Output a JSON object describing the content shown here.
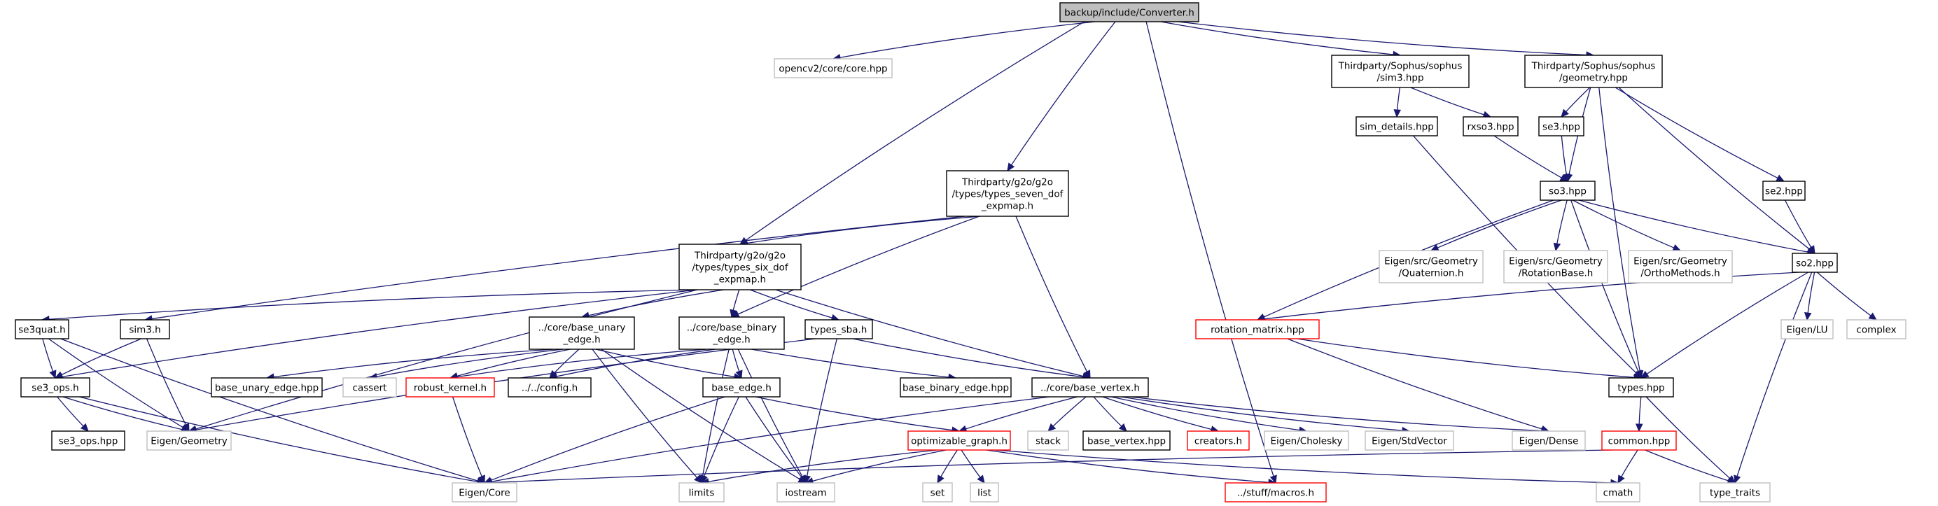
{
  "graph": {
    "colors": {
      "edge": "#191970",
      "root_fill": "#bfbfbf",
      "root_border": "#000000",
      "normal_fill": "#ffffff",
      "normal_border": "#000000",
      "red_border": "#ff0000",
      "gray_border": "#bfbfbf",
      "gray_text": "#000000"
    },
    "nodes": [
      {
        "id": "root",
        "lines": [
          "backup/include/Converter.h"
        ],
        "style": "root"
      },
      {
        "id": "opencv",
        "lines": [
          "opencv2/core/core.hpp"
        ],
        "style": "gray"
      },
      {
        "id": "sim3hpp",
        "lines": [
          "Thirdparty/Sophus/sophus",
          "/sim3.hpp"
        ],
        "style": "normal"
      },
      {
        "id": "geometry",
        "lines": [
          "Thirdparty/Sophus/sophus",
          "/geometry.hpp"
        ],
        "style": "normal"
      },
      {
        "id": "seven",
        "lines": [
          "Thirdparty/g2o/g2o",
          "/types/types_seven_dof",
          "_expmap.h"
        ],
        "style": "normal"
      },
      {
        "id": "sim_details",
        "lines": [
          "sim_details.hpp"
        ],
        "style": "normal"
      },
      {
        "id": "rxso3",
        "lines": [
          "rxso3.hpp"
        ],
        "style": "normal"
      },
      {
        "id": "se3hpp",
        "lines": [
          "se3.hpp"
        ],
        "style": "normal"
      },
      {
        "id": "se2hpp",
        "lines": [
          "se2.hpp"
        ],
        "style": "normal"
      },
      {
        "id": "so3",
        "lines": [
          "so3.hpp"
        ],
        "style": "normal"
      },
      {
        "id": "six",
        "lines": [
          "Thirdparty/g2o/g2o",
          "/types/types_six_dof",
          "_expmap.h"
        ],
        "style": "normal"
      },
      {
        "id": "quat",
        "lines": [
          "Eigen/src/Geometry",
          "/Quaternion.h"
        ],
        "style": "gray"
      },
      {
        "id": "rotbase",
        "lines": [
          "Eigen/src/Geometry",
          "/RotationBase.h"
        ],
        "style": "gray"
      },
      {
        "id": "ortho",
        "lines": [
          "Eigen/src/Geometry",
          "/OrthoMethods.h"
        ],
        "style": "gray"
      },
      {
        "id": "so2",
        "lines": [
          "so2.hpp"
        ],
        "style": "normal"
      },
      {
        "id": "se3quat",
        "lines": [
          "se3quat.h"
        ],
        "style": "normal"
      },
      {
        "id": "sim3h",
        "lines": [
          "sim3.h"
        ],
        "style": "normal"
      },
      {
        "id": "unary",
        "lines": [
          "../core/base_unary",
          "_edge.h"
        ],
        "style": "normal"
      },
      {
        "id": "binary",
        "lines": [
          "../core/base_binary",
          "_edge.h"
        ],
        "style": "normal"
      },
      {
        "id": "sba",
        "lines": [
          "types_sba.h"
        ],
        "style": "normal"
      },
      {
        "id": "rotmat",
        "lines": [
          "rotation_matrix.hpp"
        ],
        "style": "red"
      },
      {
        "id": "eigenlu",
        "lines": [
          "Eigen/LU"
        ],
        "style": "gray"
      },
      {
        "id": "complex",
        "lines": [
          "complex"
        ],
        "style": "gray"
      },
      {
        "id": "se3ops",
        "lines": [
          "se3_ops.h"
        ],
        "style": "normal"
      },
      {
        "id": "buehpp",
        "lines": [
          "base_unary_edge.hpp"
        ],
        "style": "normal"
      },
      {
        "id": "cassert",
        "lines": [
          "cassert"
        ],
        "style": "gray"
      },
      {
        "id": "robust",
        "lines": [
          "robust_kernel.h"
        ],
        "style": "red"
      },
      {
        "id": "config",
        "lines": [
          "../../config.h"
        ],
        "style": "normal"
      },
      {
        "id": "baseedge",
        "lines": [
          "base_edge.h"
        ],
        "style": "normal"
      },
      {
        "id": "bbehpp",
        "lines": [
          "base_binary_edge.hpp"
        ],
        "style": "normal"
      },
      {
        "id": "vertex",
        "lines": [
          "../core/base_vertex.h"
        ],
        "style": "normal"
      },
      {
        "id": "types",
        "lines": [
          "types.hpp"
        ],
        "style": "normal"
      },
      {
        "id": "se3opshpp",
        "lines": [
          "se3_ops.hpp"
        ],
        "style": "normal"
      },
      {
        "id": "eigengeo",
        "lines": [
          "Eigen/Geometry"
        ],
        "style": "gray"
      },
      {
        "id": "optgraph",
        "lines": [
          "optimizable_graph.h"
        ],
        "style": "red"
      },
      {
        "id": "stack",
        "lines": [
          "stack"
        ],
        "style": "gray"
      },
      {
        "id": "bvhpp",
        "lines": [
          "base_vertex.hpp"
        ],
        "style": "normal"
      },
      {
        "id": "creators",
        "lines": [
          "creators.h"
        ],
        "style": "red"
      },
      {
        "id": "cholesky",
        "lines": [
          "Eigen/Cholesky"
        ],
        "style": "gray"
      },
      {
        "id": "stdvec",
        "lines": [
          "Eigen/StdVector"
        ],
        "style": "gray"
      },
      {
        "id": "dense",
        "lines": [
          "Eigen/Dense"
        ],
        "style": "gray"
      },
      {
        "id": "common",
        "lines": [
          "common.hpp"
        ],
        "style": "red"
      },
      {
        "id": "eigencore",
        "lines": [
          "Eigen/Core"
        ],
        "style": "gray"
      },
      {
        "id": "limits",
        "lines": [
          "limits"
        ],
        "style": "gray"
      },
      {
        "id": "iostream",
        "lines": [
          "iostream"
        ],
        "style": "gray"
      },
      {
        "id": "set",
        "lines": [
          "set"
        ],
        "style": "gray"
      },
      {
        "id": "list",
        "lines": [
          "list"
        ],
        "style": "gray"
      },
      {
        "id": "macros",
        "lines": [
          "../stuff/macros.h"
        ],
        "style": "red"
      },
      {
        "id": "cmath",
        "lines": [
          "cmath"
        ],
        "style": "gray"
      },
      {
        "id": "typetraits",
        "lines": [
          "type_traits"
        ],
        "style": "gray"
      }
    ],
    "edges": [
      [
        "root",
        "opencv"
      ],
      [
        "root",
        "sim3hpp"
      ],
      [
        "root",
        "geometry"
      ],
      [
        "root",
        "seven"
      ],
      [
        "root",
        "six"
      ],
      [
        "root",
        "macros"
      ],
      [
        "sim3hpp",
        "sim_details"
      ],
      [
        "sim3hpp",
        "rxso3"
      ],
      [
        "geometry",
        "se3hpp"
      ],
      [
        "geometry",
        "so3"
      ],
      [
        "geometry",
        "se2hpp"
      ],
      [
        "geometry",
        "so2"
      ],
      [
        "geometry",
        "types"
      ],
      [
        "sim_details",
        "types"
      ],
      [
        "rxso3",
        "so3"
      ],
      [
        "se3hpp",
        "so3"
      ],
      [
        "se2hpp",
        "so2"
      ],
      [
        "so3",
        "quat"
      ],
      [
        "so3",
        "rotbase"
      ],
      [
        "so3",
        "ortho"
      ],
      [
        "so3",
        "so2"
      ],
      [
        "so3",
        "rotmat"
      ],
      [
        "so3",
        "types"
      ],
      [
        "so2",
        "eigenlu"
      ],
      [
        "so2",
        "complex"
      ],
      [
        "so2",
        "types"
      ],
      [
        "so2",
        "rotmat"
      ],
      [
        "so2",
        "typetraits"
      ],
      [
        "seven",
        "six"
      ],
      [
        "seven",
        "sim3h"
      ],
      [
        "seven",
        "binary"
      ],
      [
        "seven",
        "vertex"
      ],
      [
        "six",
        "se3quat"
      ],
      [
        "six",
        "se3ops"
      ],
      [
        "six",
        "eigengeo"
      ],
      [
        "six",
        "unary"
      ],
      [
        "six",
        "binary"
      ],
      [
        "six",
        "sba"
      ],
      [
        "six",
        "vertex"
      ],
      [
        "se3quat",
        "se3ops"
      ],
      [
        "se3quat",
        "eigengeo"
      ],
      [
        "se3quat",
        "eigencore"
      ],
      [
        "sim3h",
        "se3ops"
      ],
      [
        "sim3h",
        "eigengeo"
      ],
      [
        "se3ops",
        "se3opshpp"
      ],
      [
        "se3ops",
        "eigencore"
      ],
      [
        "se3ops",
        "eigengeo"
      ],
      [
        "unary",
        "buehpp"
      ],
      [
        "unary",
        "cassert"
      ],
      [
        "unary",
        "robust"
      ],
      [
        "unary",
        "config"
      ],
      [
        "unary",
        "baseedge"
      ],
      [
        "unary",
        "limits"
      ],
      [
        "unary",
        "iostream"
      ],
      [
        "binary",
        "robust"
      ],
      [
        "binary",
        "config"
      ],
      [
        "binary",
        "baseedge"
      ],
      [
        "binary",
        "bbehpp"
      ],
      [
        "binary",
        "limits"
      ],
      [
        "binary",
        "iostream"
      ],
      [
        "sba",
        "vertex"
      ],
      [
        "sba",
        "eigengeo"
      ],
      [
        "sba",
        "iostream"
      ],
      [
        "robust",
        "eigencore"
      ],
      [
        "baseedge",
        "eigencore"
      ],
      [
        "baseedge",
        "optgraph"
      ],
      [
        "baseedge",
        "limits"
      ],
      [
        "baseedge",
        "iostream"
      ],
      [
        "vertex",
        "optgraph"
      ],
      [
        "vertex",
        "stack"
      ],
      [
        "vertex",
        "bvhpp"
      ],
      [
        "vertex",
        "creators"
      ],
      [
        "vertex",
        "cholesky"
      ],
      [
        "vertex",
        "stdvec"
      ],
      [
        "vertex",
        "dense"
      ],
      [
        "vertex",
        "eigencore"
      ],
      [
        "optgraph",
        "limits"
      ],
      [
        "optgraph",
        "iostream"
      ],
      [
        "optgraph",
        "set"
      ],
      [
        "optgraph",
        "list"
      ],
      [
        "optgraph",
        "macros"
      ],
      [
        "optgraph",
        "cmath"
      ],
      [
        "rotmat",
        "types"
      ],
      [
        "rotmat",
        "dense"
      ],
      [
        "types",
        "common"
      ],
      [
        "types",
        "typetraits"
      ],
      [
        "common",
        "cmath"
      ],
      [
        "common",
        "typetraits"
      ],
      [
        "common",
        "eigencore"
      ]
    ]
  }
}
